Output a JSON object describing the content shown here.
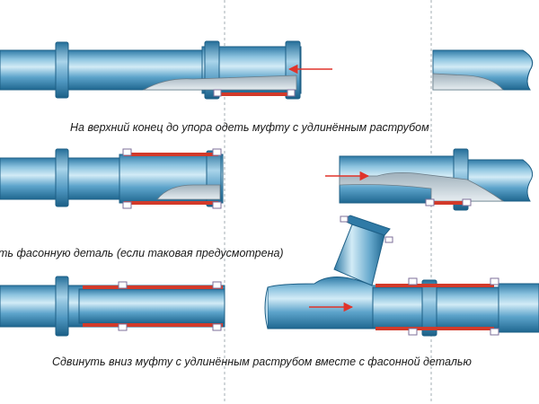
{
  "captions": {
    "step1": "На верхний конец до упора одеть муфту с удлинённым раструбом",
    "step2": "ть фасонную деталь (если таковая предусмотрена)",
    "step3": "Сдвинуть вниз муфту с удлинённым раструбом вместе с фасонной деталью"
  },
  "colors": {
    "pipe_light": "#bcdced",
    "pipe_mid": "#6fb0d2",
    "pipe_dark": "#2f7aa6",
    "pipe_edge": "#1d5f86",
    "seal": "#d23a2a",
    "arrow": "#e0342b",
    "guide": "#9aa6ad"
  }
}
